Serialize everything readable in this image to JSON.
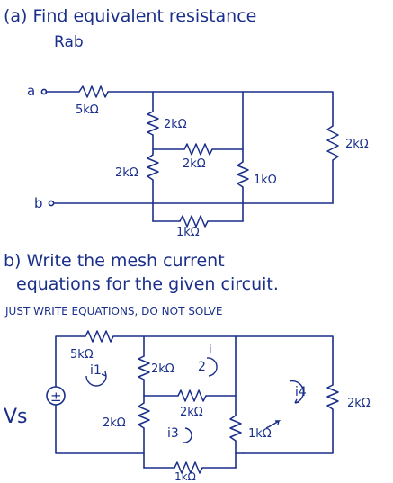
{
  "part_a": {
    "title": "(a) Find equivalent resistance",
    "subject": "Rab"
  },
  "circuit_a": {
    "terminal_a": "a",
    "terminal_b": "b",
    "r_series": "5kΩ",
    "r_upper": "2kΩ",
    "r_mid": "2kΩ",
    "r_lower_left": "2kΩ",
    "r_vert": "1kΩ",
    "r_bottom": "1kΩ",
    "r_right": "2kΩ"
  },
  "part_b": {
    "line1": "b) Write the mesh current",
    "line2": "equations for the given circuit.",
    "instruction": "JUST WRITE EQUATIONS, DO NOT SOLVE"
  },
  "circuit_b": {
    "source_label": "Vs",
    "source_polarity": "±",
    "r_series": "5kΩ",
    "r_upper": "2kΩ",
    "r_mid": "2kΩ",
    "r_lower_left": "2kΩ",
    "r_vert": "1kΩ",
    "r_bottom": "1kΩ",
    "r_right": "2kΩ",
    "mesh": {
      "i1": "i1",
      "i2_top": "i",
      "i2": "2",
      "i3": "i3",
      "i4": "i4"
    }
  }
}
